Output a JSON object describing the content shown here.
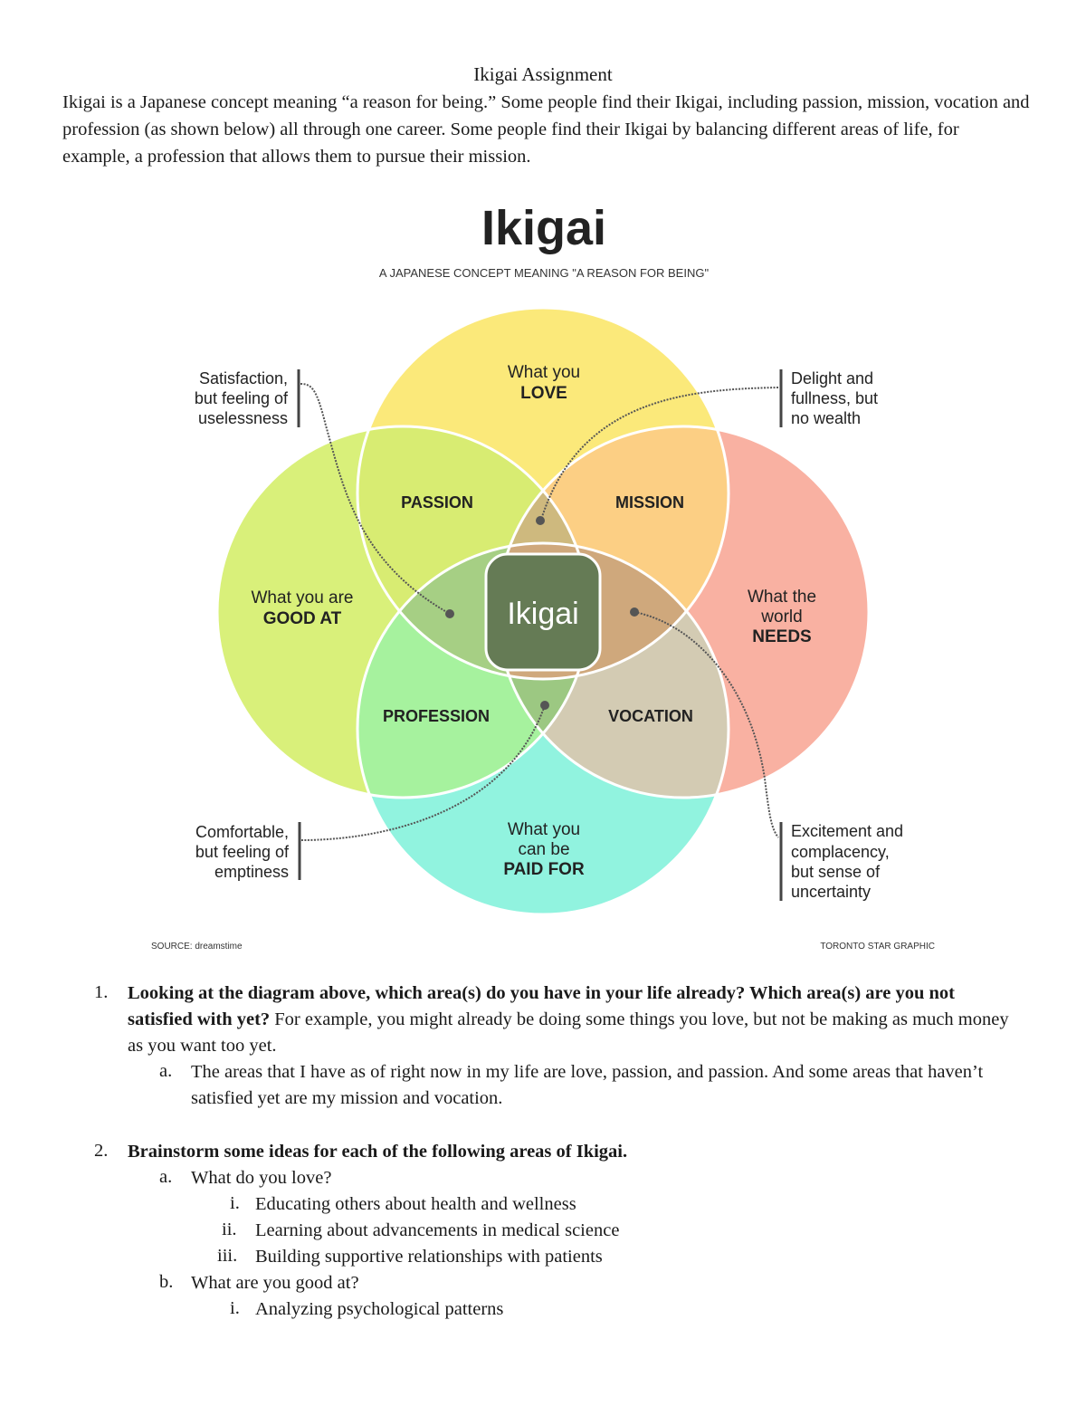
{
  "document": {
    "title": "Ikigai Assignment",
    "intro": "Ikigai is a Japanese concept meaning “a reason for being.” Some people find their Ikigai, including passion, mission, vocation and profession (as shown below) all through one career. Some people find their Ikigai by balancing different areas of life, for example, a profession that allows them to pursue their mission."
  },
  "diagram": {
    "title": "Ikigai",
    "subtitle": "A JAPANESE CONCEPT MEANING \"A REASON FOR BEING\"",
    "circles": {
      "love": {
        "line1": "What you",
        "line2": "LOVE",
        "color": "#fbe97a"
      },
      "good_at": {
        "line1": "What you are",
        "line2": "GOOD AT",
        "color": "#d9f07a"
      },
      "needs": {
        "line1": "What the",
        "line2": "world",
        "line3": "NEEDS",
        "color": "#f9b1a2"
      },
      "paid_for": {
        "line1": "What you",
        "line2": "can be",
        "line3": "PAID FOR",
        "color": "#91f3df"
      }
    },
    "overlaps": {
      "passion": "PASSION",
      "mission": "MISSION",
      "profession": "PROFESSION",
      "vocation": "VOCATION",
      "center": "Ikigai"
    },
    "callouts": {
      "top_left": [
        "Satisfaction,",
        "but feeling of",
        "uselessness"
      ],
      "top_right": [
        "Delight and",
        "fullness, but",
        "no wealth"
      ],
      "bottom_left": [
        "Comfortable,",
        "but feeling of",
        "emptiness"
      ],
      "bottom_right": [
        "Excitement and",
        "complacency,",
        "but sense of",
        "uncertainty"
      ]
    },
    "source": "SOURCE: dreamstime",
    "credit": "TORONTO STAR GRAPHIC"
  },
  "questions": {
    "q1": {
      "number": "1.",
      "bold": "Looking at the diagram above, which area(s) do you have in your life already? Which area(s) are you not satisfied with yet?",
      "rest": " For example, you might already be doing some things you love, but not be making as much money as you want too yet.",
      "a_label": "a.",
      "a_text": "The areas that I have as of right now in my life are love, passion, and passion. And some areas that haven’t satisfied yet are my mission and vocation."
    },
    "q2": {
      "number": "2.",
      "bold": "Brainstorm some ideas for each of the following areas of Ikigai.",
      "a_label": "a.",
      "a_text": "What do you love?",
      "a_items": [
        {
          "label": "i.",
          "text": "Educating others about health and wellness"
        },
        {
          "label": "ii.",
          "text": "Learning about advancements in medical science"
        },
        {
          "label": "iii.",
          "text": "Building supportive relationships with patients"
        }
      ],
      "b_label": "b.",
      "b_text": "What are you good at?",
      "b_items": [
        {
          "label": "i.",
          "text": "Analyzing psychological patterns"
        }
      ]
    }
  }
}
